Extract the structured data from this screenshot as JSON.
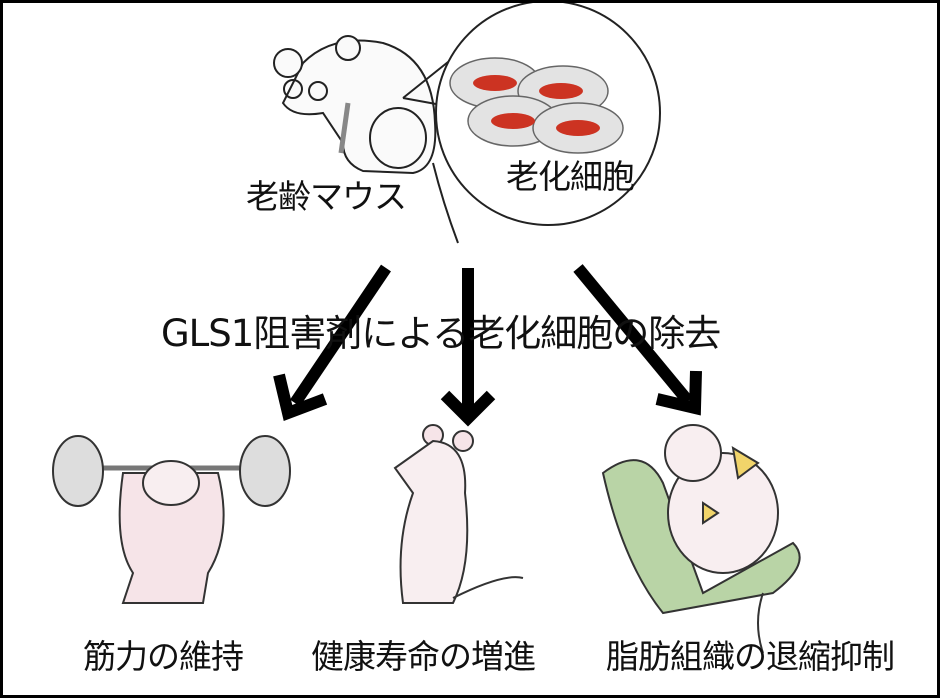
{
  "top": {
    "aged_mouse_label": "老齢マウス",
    "senescent_cells_label": "老化細胞"
  },
  "center": {
    "treatment_label": "GLS1阻害剤による老化細胞の除去"
  },
  "outcomes": [
    {
      "label": "筋力の維持"
    },
    {
      "label": "健康寿命の増進"
    },
    {
      "label": "脂肪組織の退縮抑制"
    }
  ],
  "colors": {
    "cell_body": "#e3e3e3",
    "cell_nucleus": "#cc3322",
    "chair": "#b9d4a6",
    "mouse_pink": "#f6e4e8"
  }
}
